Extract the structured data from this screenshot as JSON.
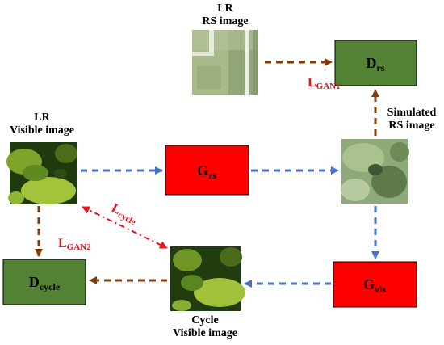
{
  "captions": {
    "lr_rs": [
      "LR",
      "RS image"
    ],
    "lr_visible": [
      "LR",
      "Visible image"
    ],
    "simulated_rs": [
      "Simulated",
      "RS image"
    ],
    "cycle_visible": [
      "Cycle",
      "Visible image"
    ]
  },
  "boxes": {
    "g_rs": {
      "main": "G",
      "sub": "rs"
    },
    "g_vis": {
      "main": "G",
      "sub": "vis"
    },
    "d_rs": {
      "main": "D",
      "sub": "rs"
    },
    "d_cycle": {
      "main": "D",
      "sub": "cycle"
    }
  },
  "losses": {
    "gan1": {
      "main": "L",
      "sub": "GAN1"
    },
    "gan2": {
      "main": "L",
      "sub": "GAN2"
    },
    "cycle": {
      "main": "L",
      "sub": "cycle"
    }
  },
  "colors": {
    "generator_fill": "#ff0000",
    "discriminator_fill": "#548235",
    "generator_arrow": "#4472c4",
    "discriminator_arrow": "#843c0c",
    "cycle_loss": "#e8141b"
  }
}
